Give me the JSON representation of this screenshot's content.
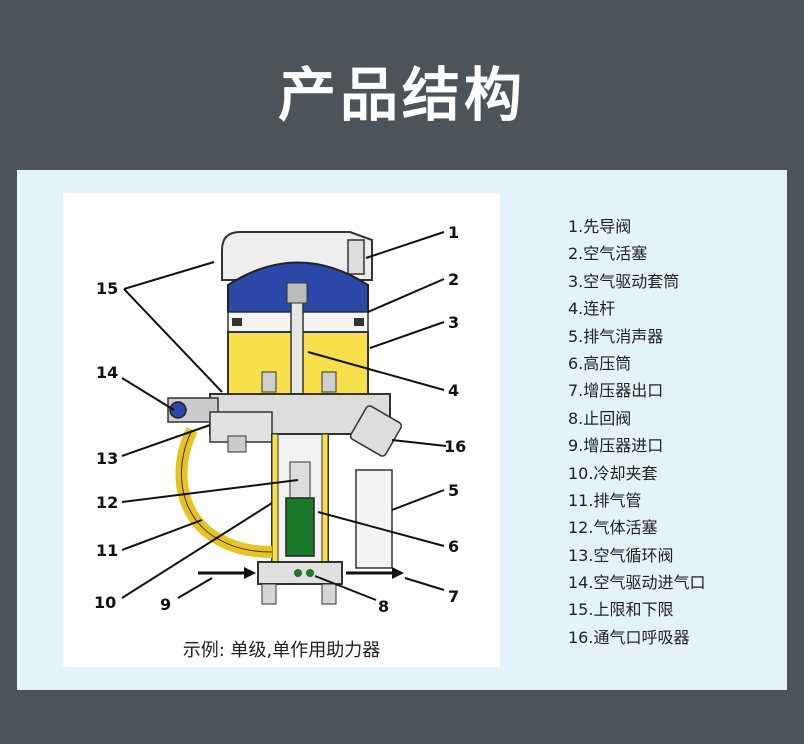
{
  "title": "产品结构",
  "caption": "示例: 单级,单作用助力器",
  "callouts": [
    "1",
    "2",
    "3",
    "4",
    "5",
    "6",
    "7",
    "8",
    "9",
    "10",
    "11",
    "12",
    "13",
    "14",
    "15",
    "16"
  ],
  "legend": [
    "1.先导阀",
    "2.空气活塞",
    "3.空气驱动套筒",
    "4.连杆",
    "5.排气消声器",
    "6.高压筒",
    "7.增压器出口",
    "8.止回阀",
    "9.增压器进口",
    "10.冷却夹套",
    "11.排气管",
    "12.气体活塞",
    "13.空气循环阀",
    "14.空气驱动进气口",
    "15.上限和下限",
    "16.通气口呼吸器"
  ],
  "colors": {
    "background": "#4c5459",
    "panel": "#e4f3f9",
    "air_piston": "#2b47a8",
    "air_sleeve": "#f7e04a",
    "gas_piston": "#1a7a2a",
    "exhaust_tube": "#e8c21e"
  }
}
